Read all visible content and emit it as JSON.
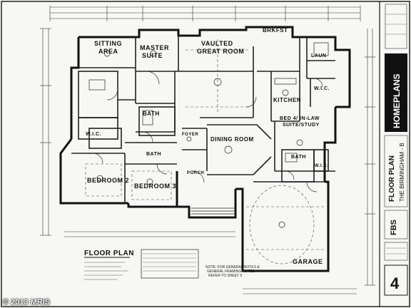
{
  "plan": {
    "rooms": {
      "sitting_area": [
        "SITTING",
        "AREA"
      ],
      "master_suite": [
        "MASTER",
        "SUITE"
      ],
      "vaulted_great_room": [
        "VAULTED",
        "GREAT ROOM"
      ],
      "brkfst": "BRKFST",
      "laun": "LAUN",
      "bath_master": "BATH",
      "wic_master": "W.I.C.",
      "kitchen": "KITCHEN",
      "bed4_study": [
        "BED 4/ IN-LAW",
        "SUITE/STUDY"
      ],
      "dining_room": "DINING ROOM",
      "foyer": "FOYER",
      "wic": "W.I.C.",
      "bath": "BATH",
      "bedroom2": "BEDROOM 2",
      "bedroom3": "BEDROOM 3",
      "porch": "PORCH",
      "bath_right": "BATH",
      "wic_right": "W.I.C.",
      "garage": "GARAGE"
    },
    "floor_plan_title": "FLOOR PLAN",
    "notes_text": [
      "NOTE: FOR GENERAL NOTES &",
      "GENERAL FRAMING NOTES",
      "REFER TO SHEET 5"
    ]
  },
  "title_block": {
    "brand": "HOMEPLANS",
    "sheet_title": "FLOOR PLAN",
    "plan_name": "THE BIRMINGHAM - B",
    "logo": "FBS",
    "sheet_number": "4"
  },
  "watermark": "© 2013 MRIS"
}
